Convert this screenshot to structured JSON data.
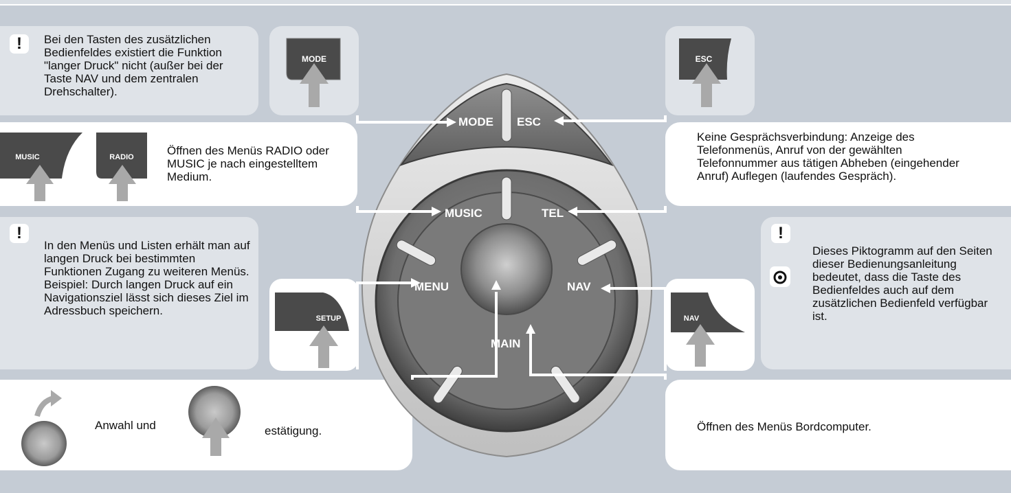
{
  "notes": {
    "top_left": "Bei den Tasten des zusätzlichen Bedienfeldes existiert die Funktion \"langer Druck\" nicht (außer  bei der Taste NAV und dem zentralen Drehschalter).",
    "radio_music": "Öffnen des Menüs RADIO oder MUSIC je nach eingestelltem Medium.",
    "long_press": "In den Menüs und Listen erhält man auf langen Druck bei bestimmten Funktionen Zugang zu weiteren Menüs. Beispiel: Durch langen Druck auf ein Navigationsziel lässt sich dieses Ziel im Adressbuch speichern.",
    "tel": "Keine Gesprächsverbindung: Anzeige des Telefonmenüs, Anruf von der gewählten Telefonnummer aus tätigen Abheben (eingehender Anruf) Auflegen (laufendes Gespräch).",
    "pictogram": "Dieses Piktogramm auf den Seiten dieser Bedienungsanleitung bedeutet, dass die Taste des Bedienfeldes auch auf dem zusätzlichen Bedienfeld verfügbar ist.",
    "dial_select": "Anwahl und",
    "dial_confirm": "estätigung.",
    "main": "Öffnen des Menüs Bordcomputer."
  },
  "warning_symbol": "!",
  "side_keys": {
    "mode": "MODE",
    "esc": "ESC",
    "music": "MUSIC",
    "radio": "RADIO",
    "setup": "SETUP",
    "nav": "NAV"
  },
  "console_labels": {
    "mode": "MODE",
    "esc": "ESC",
    "music": "MUSIC",
    "tel": "TEL",
    "menu": "MENU",
    "nav": "NAV",
    "main": "MAIN"
  },
  "icons": [
    "warning-icon",
    "pictogram-icon",
    "arrow-up-icon",
    "rotate-arrow-icon"
  ],
  "colors": {
    "background": "#c5ccd5",
    "panel_white": "#ffffff",
    "panel_light": "#dfe3e8",
    "key_dark": "#4a4a4a",
    "console_ring": "#9a9a9a"
  }
}
